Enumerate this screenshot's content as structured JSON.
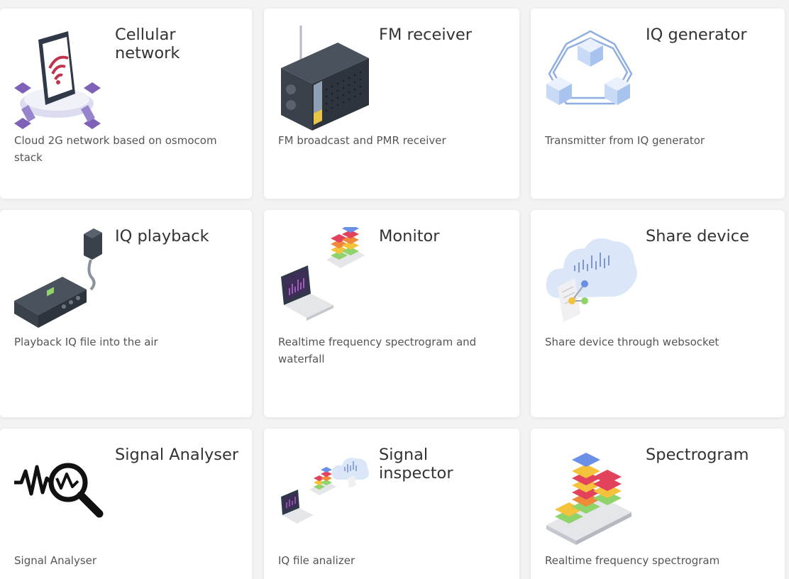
{
  "colors": {
    "card_bg": "#ffffff",
    "page_bg": "#f3f3f3",
    "title": "#333333",
    "description": "#555555"
  },
  "cards": [
    {
      "id": "cellular-network",
      "icon": "cellular-phone-icon",
      "title": "Cellular\nnetwork",
      "description": "Cloud 2G network based on osmocom stack"
    },
    {
      "id": "fm-receiver",
      "icon": "radio-receiver-icon",
      "title": "FM receiver",
      "description": "FM broadcast and PMR receiver"
    },
    {
      "id": "iq-generator",
      "icon": "cube-network-icon",
      "title": "IQ generator",
      "description": "Transmitter from IQ generator"
    },
    {
      "id": "iq-playback",
      "icon": "radio-transmitter-icon",
      "title": "IQ playback",
      "description": "Playback IQ file into the air"
    },
    {
      "id": "monitor",
      "icon": "laptop-spectrum-icon",
      "title": "Monitor",
      "description": "Realtime frequency spectrogram and waterfall"
    },
    {
      "id": "share-device",
      "icon": "cloud-share-icon",
      "title": "Share device",
      "description": "Share device through websocket"
    },
    {
      "id": "signal-analyser",
      "icon": "signal-magnifier-icon",
      "title": "Signal Analyser",
      "description": "Signal Analyser"
    },
    {
      "id": "signal-inspector",
      "icon": "laptop-cloud-icon",
      "title": "Signal\ninspector",
      "description": "IQ file analizer"
    },
    {
      "id": "spectrogram",
      "icon": "stacked-blocks-icon",
      "title": "Spectrogram",
      "description": "Realtime frequency spectrogram"
    }
  ]
}
